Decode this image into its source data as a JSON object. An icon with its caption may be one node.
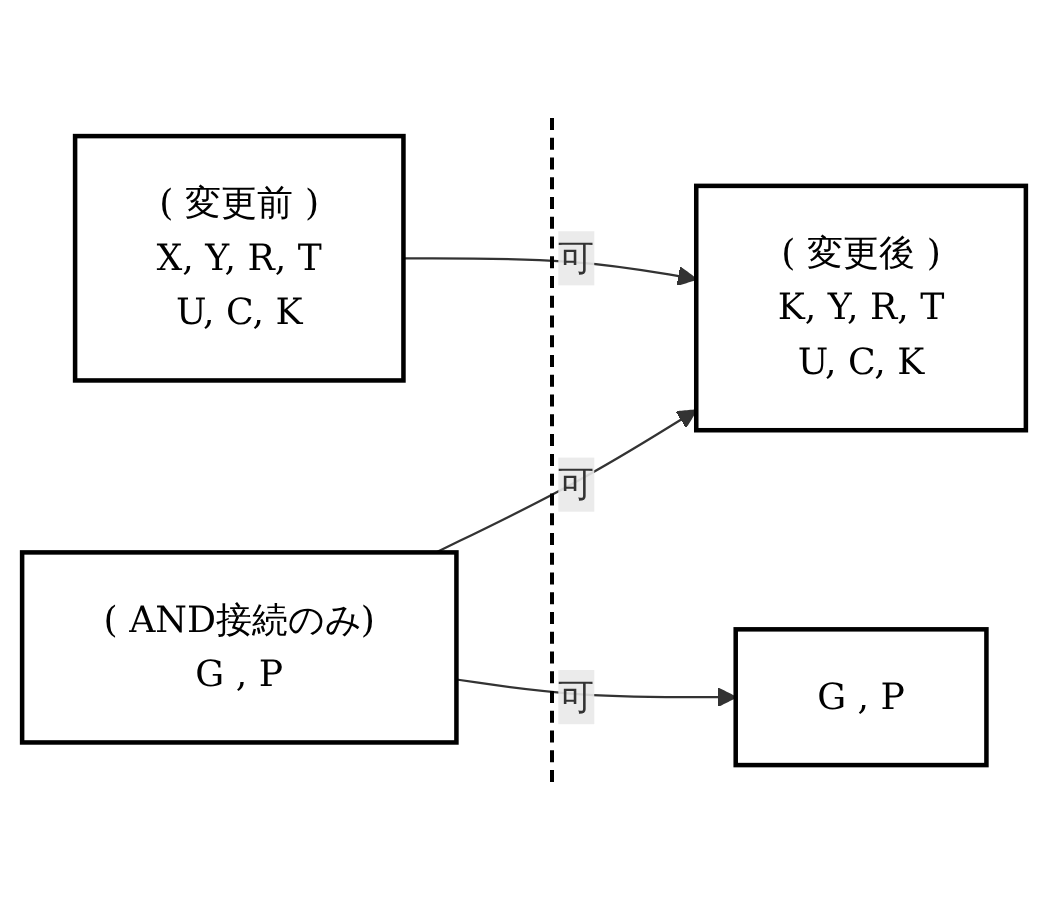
{
  "diagram": {
    "nodes": [
      {
        "text": [
          "( 変更前 )",
          "X, Y, R, T",
          "U, C, K"
        ]
      },
      {
        "text": [
          "( 変更後 )",
          "K, Y, R, T",
          "U, C, K"
        ]
      },
      {
        "text": [
          "( AND接続のみ)",
          "G , P"
        ]
      },
      {
        "text": [
          "G , P"
        ]
      }
    ],
    "edges": [
      {
        "from": 0,
        "to": 1,
        "arrow": "to",
        "label": "可"
      },
      {
        "from": 2,
        "to": 1,
        "arrow": "to",
        "label": "可"
      },
      {
        "from": 2,
        "to": 3,
        "arrow": "to",
        "label": "可"
      }
    ]
  }
}
